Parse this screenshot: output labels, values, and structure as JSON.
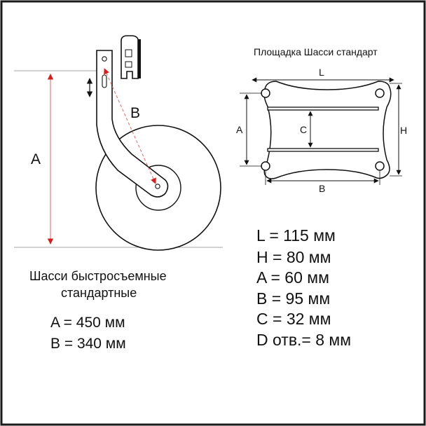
{
  "left": {
    "label_a": "A",
    "label_b": "B",
    "caption_line1": "Шасси быстросъемные",
    "caption_line2": "стандартные",
    "specs": [
      "A = 450 мм",
      "B = 340 мм"
    ]
  },
  "right": {
    "title": "Площадка Шасси стандарт",
    "label_l": "L",
    "label_h": "H",
    "label_a": "A",
    "label_b": "B",
    "label_c": "C",
    "specs": [
      "L  = 115 мм",
      "H = 80 мм",
      "A = 60 мм",
      "B = 95 мм",
      "C = 32 мм",
      "D отв.= 8 мм"
    ]
  },
  "colors": {
    "line": "#111111",
    "dimension": "#d02020",
    "dimension_line": "#e08080",
    "frame": "#1a1a1a"
  }
}
